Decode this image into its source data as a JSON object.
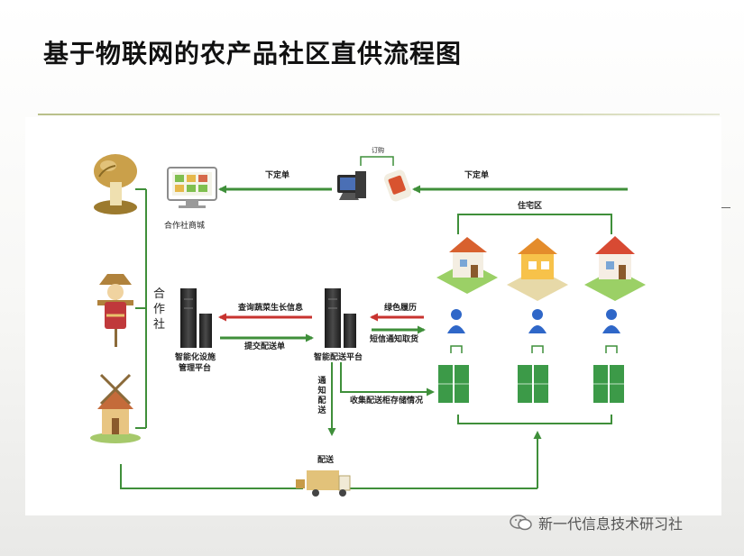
{
  "title": "基于物联网的农产品社区直供流程图",
  "diagram": {
    "order_left": "下定单",
    "order_right": "下定单",
    "order_small": "订购",
    "coop_mall": "合作社商城",
    "residential": "住宅区",
    "coop": "合作社",
    "query_info": "查询蔬菜生长信息",
    "submit_order": "提交配送单",
    "green_history": "绿色履历",
    "sms_pickup": "短信通知取货",
    "smart_facility_l1": "智能化设施",
    "smart_facility_l2": "管理平台",
    "smart_delivery": "智能配送平台",
    "notify_delivery": "通知配送",
    "collect_storage": "收集配送柜存储情况",
    "delivery": "配送"
  },
  "watermark": {
    "text": "新一代信息技术研习社"
  },
  "colors": {
    "arrow_green": "#3f8f3a",
    "arrow_red": "#c8332f",
    "locker_green": "#3c9a48"
  }
}
